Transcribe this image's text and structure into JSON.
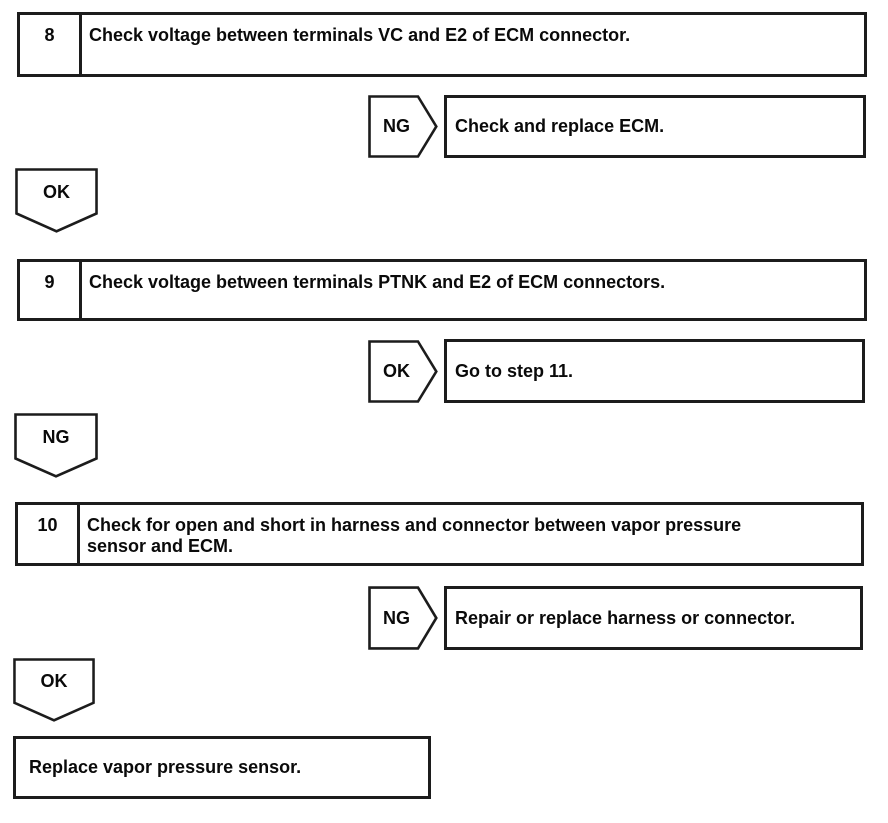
{
  "flowchart": {
    "steps": [
      {
        "number": "8",
        "text": "Check voltage between terminals VC and E2 of ECM connector."
      },
      {
        "number": "9",
        "text": "Check voltage between terminals PTNK and E2 of ECM connectors."
      },
      {
        "number": "10",
        "text": [
          "Check for open and short in harness and connector between vapor pressure",
          "sensor and ECM."
        ]
      }
    ],
    "branches": [
      {
        "label": "NG",
        "result": "Check and replace ECM."
      },
      {
        "label": "OK",
        "result": "Go to step 11."
      },
      {
        "label": "NG",
        "result": "Repair or replace harness or connector."
      }
    ],
    "flow_tags": [
      {
        "label": "OK"
      },
      {
        "label": "NG"
      },
      {
        "label": "OK"
      }
    ],
    "final": {
      "text": "Replace vapor pressure sensor."
    }
  },
  "colors": {
    "line": "#1c1c1c",
    "text": "#0a0a0a",
    "background": "#ffffff"
  }
}
